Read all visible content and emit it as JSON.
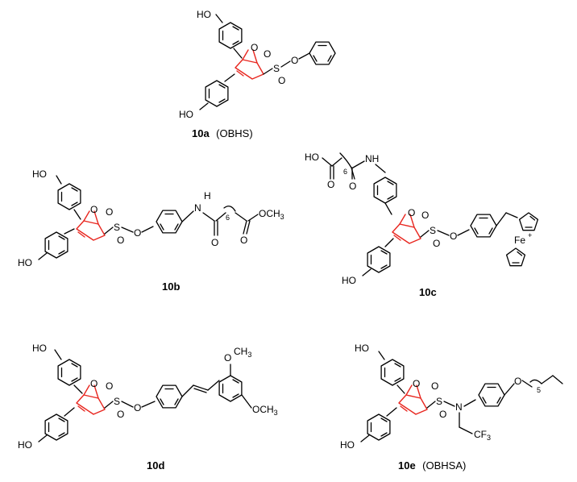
{
  "compounds": [
    {
      "id": "10a",
      "note": "(OBHS)"
    },
    {
      "id": "10b",
      "note": ""
    },
    {
      "id": "10c",
      "note": ""
    },
    {
      "id": "10d",
      "note": ""
    },
    {
      "id": "10e",
      "note": "(OBHSA)"
    }
  ],
  "labels": {
    "ho": "HO",
    "o": "O",
    "s": "S",
    "n": "N",
    "nh": "NH",
    "h": "H",
    "fe": "Fe",
    "och3": "OCH",
    "cf3": "CF",
    "ch3": "CH",
    "three": "3",
    "six": "6",
    "five": "5",
    "plus": "+"
  },
  "colors": {
    "core": "#e8261f",
    "bond": "#000000"
  }
}
